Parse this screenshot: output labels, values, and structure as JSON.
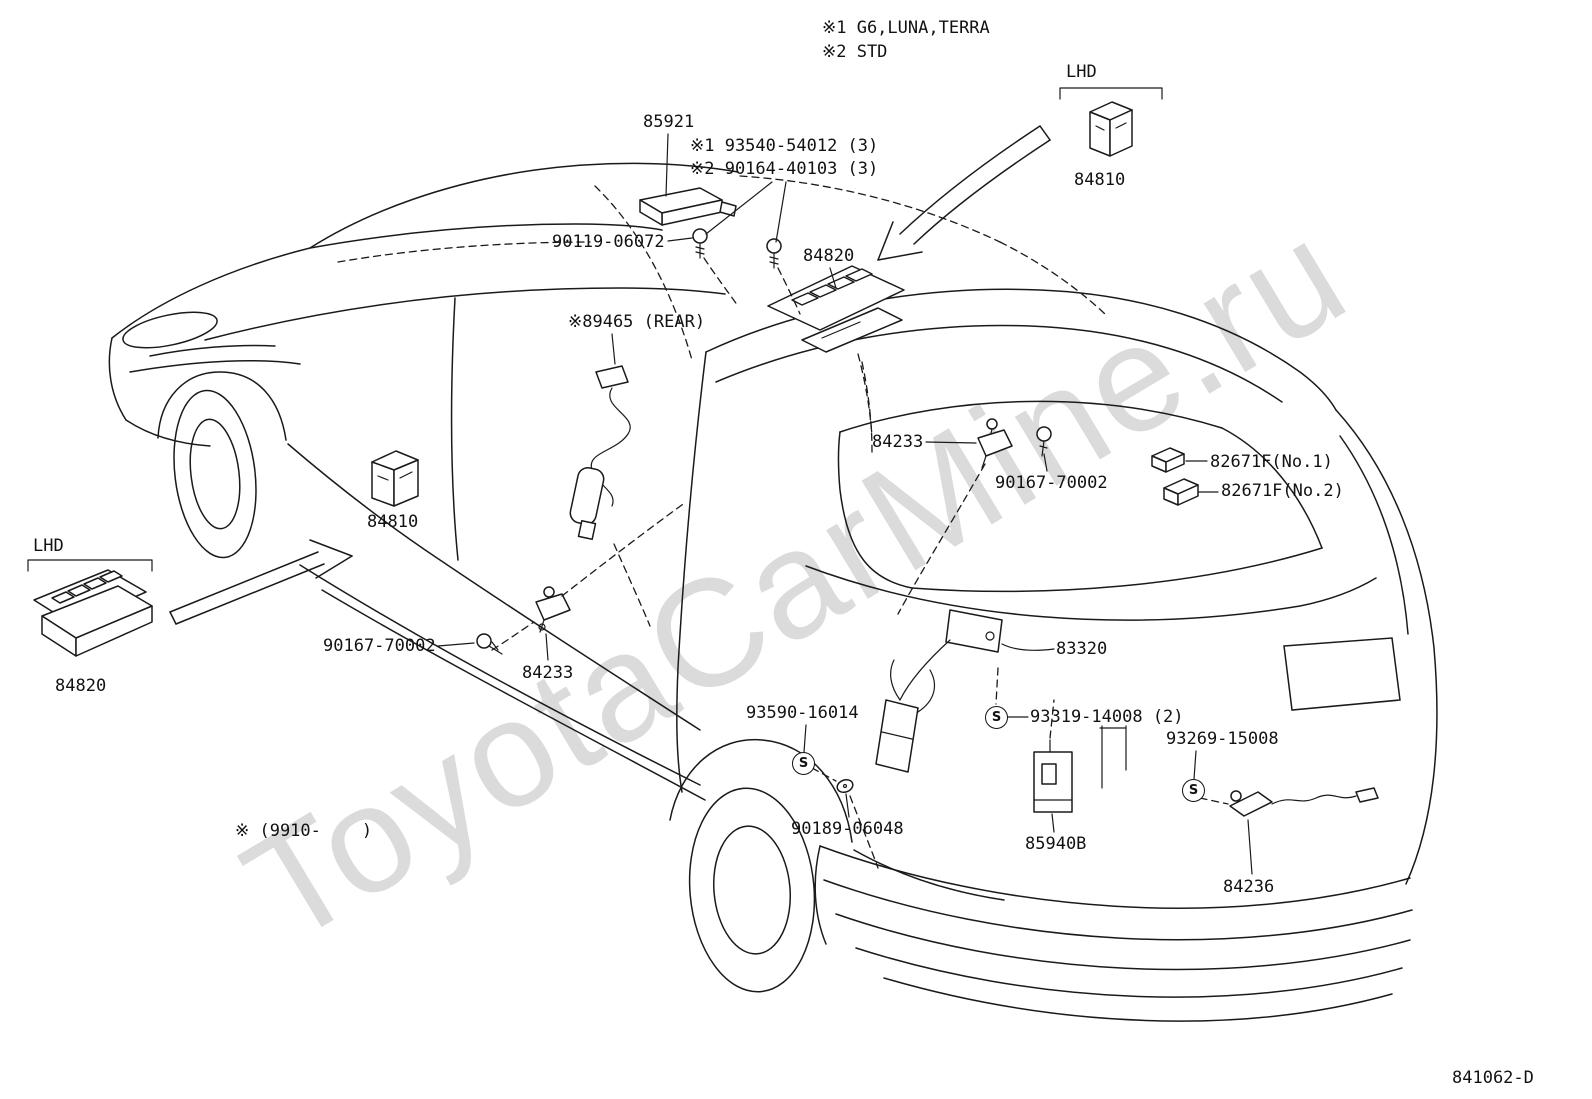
{
  "notes": {
    "note1": "※1 G6,LUNA,TERRA",
    "note2": "※2 STD",
    "production_note": "※ (9910-    )"
  },
  "diagram_code": "841062-D",
  "watermark": "ToyotaCarMine.ru",
  "symbols": {
    "s": "S"
  },
  "labels": {
    "lhd_top": "LHD",
    "p84810_top": "84810",
    "p85921": "85921",
    "sub_93540": "※1 93540-54012 (3)",
    "sub_90164": "※2 90164-40103 (3)",
    "p90119": "90119-06072",
    "p84820_top": "84820",
    "p89465": "※89465 (REAR)",
    "p84233_right": "84233",
    "p90167_right": "90167-70002",
    "p82671f_no1": "82671F(No.1)",
    "p82671f_no2": "82671F(No.2)",
    "p84810_left": "84810",
    "lhd_left": "LHD",
    "p84820_left": "84820",
    "p90167_left": "90167-70002",
    "p84233_left": "84233",
    "p83320": "83320",
    "p93590": "93590-16014",
    "p93319": "93319-14008 (2)",
    "p93269": "93269-15008",
    "p90189": "90189-06048",
    "p85940b": "85940B",
    "p84236": "84236"
  }
}
